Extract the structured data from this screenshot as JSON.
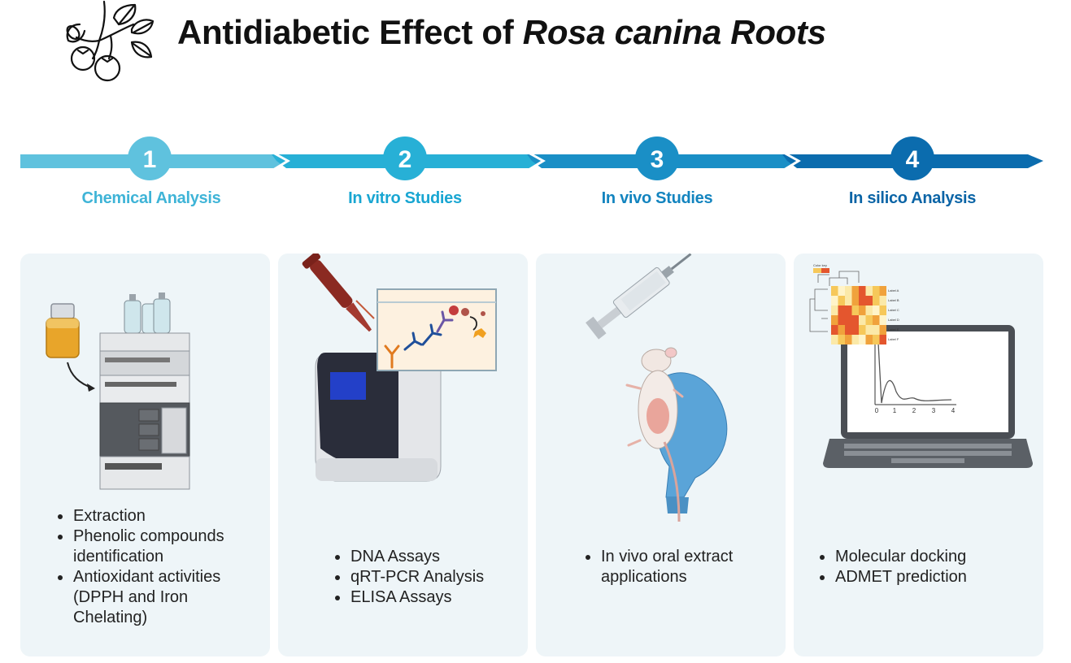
{
  "title": {
    "main": "Antidiabetic Effect of ",
    "emph": "Rosa canina Roots"
  },
  "colors": {
    "step1": "#5fc2de",
    "step2": "#27b0d6",
    "step3": "#1a8fc6",
    "step4": "#0b6cae",
    "card_bg": "#eef5f8"
  },
  "steps": [
    {
      "number": "1",
      "label": "Chemical Analysis"
    },
    {
      "number": "2",
      "label": "In vitro Studies"
    },
    {
      "number": "3",
      "label": "In vivo Studies"
    },
    {
      "number": "4",
      "label": "In silico Analysis"
    }
  ],
  "cards": [
    {
      "icon": "hplc-machine-icon",
      "bullets": [
        "Extraction",
        "Phenolic compounds identification",
        "Antioxidant activities (DPPH and Iron Chelating)"
      ]
    },
    {
      "icon": "pcr-machine-icon",
      "bullets": [
        "DNA Assays",
        "qRT-PCR Analysis",
        "ELISA Assays"
      ]
    },
    {
      "icon": "oral-gavage-mouse-icon",
      "bullets": [
        "In vivo oral extract applications"
      ]
    },
    {
      "icon": "laptop-heatmap-icon",
      "bullets": [
        "Molecular docking",
        "ADMET prediction"
      ]
    }
  ],
  "heatmap": {
    "key_label": "Color key",
    "row_labels": [
      "Label A",
      "Label B",
      "Label C",
      "Label D",
      "Label E",
      "Label F"
    ]
  },
  "chart": {
    "ticks": [
      "0",
      "1",
      "2",
      "3",
      "4"
    ]
  }
}
